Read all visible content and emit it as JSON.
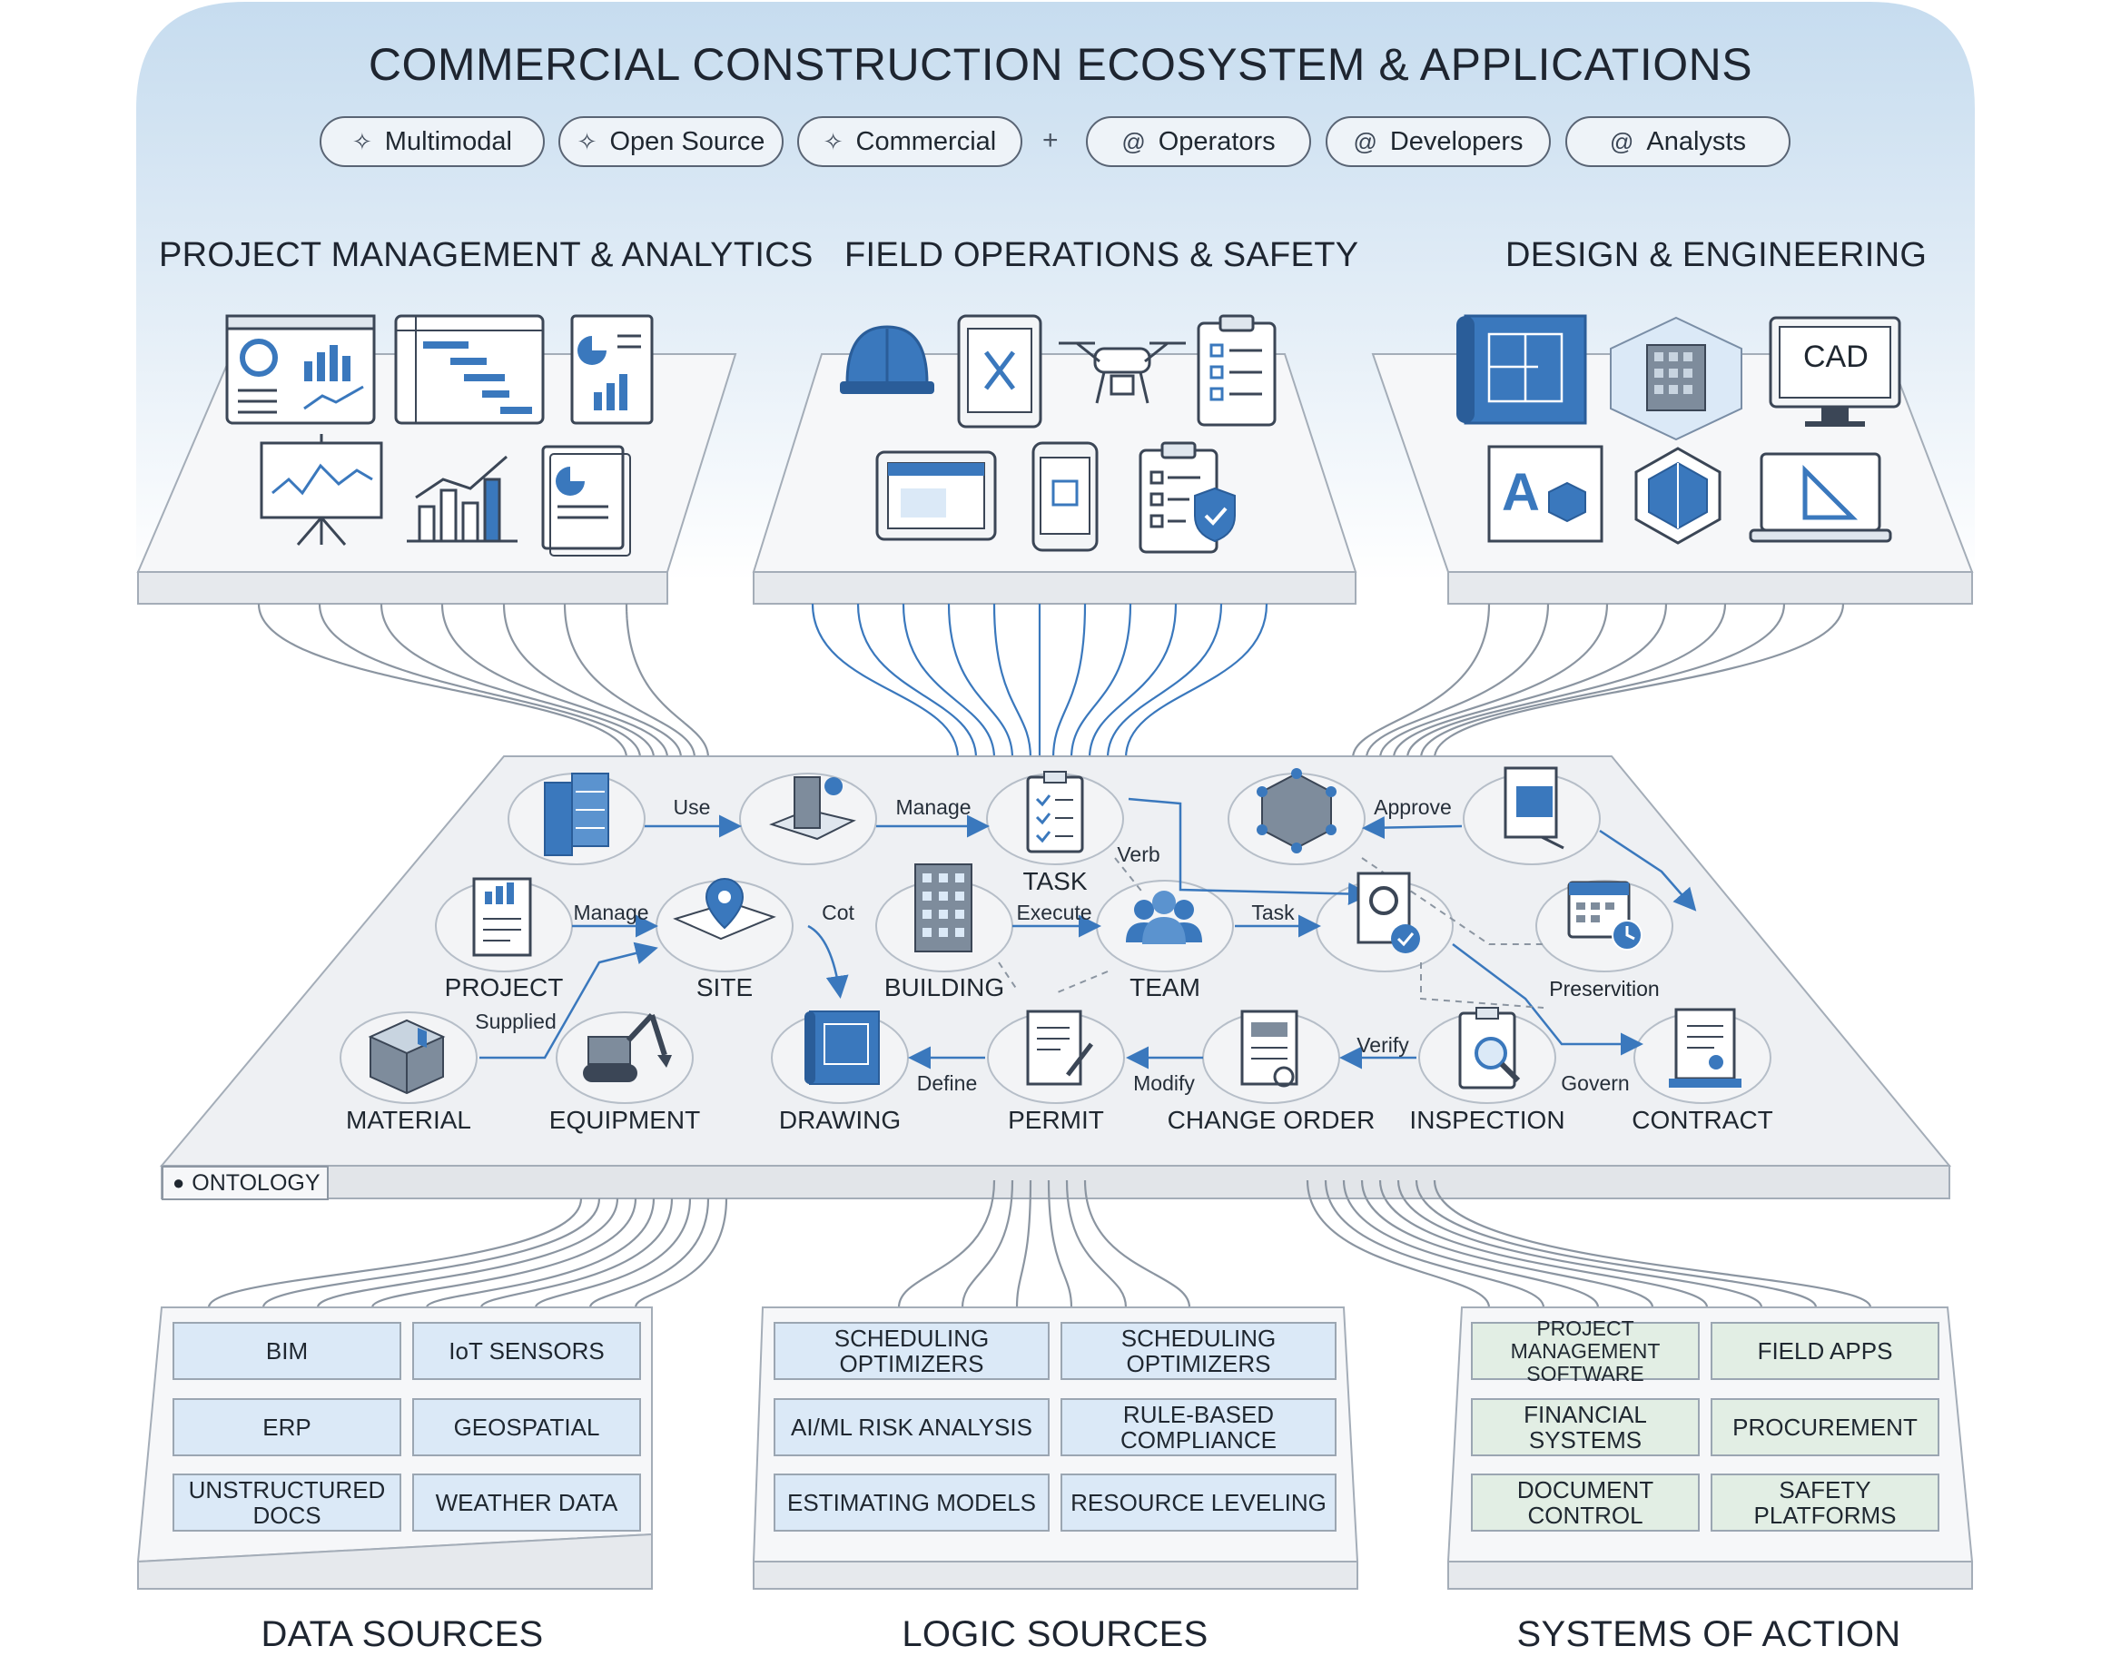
{
  "header": {
    "title": "COMMERCIAL CONSTRUCTION ECOSYSTEM & APPLICATIONS",
    "pills": [
      {
        "label": "Multimodal",
        "icon": "sparkle-icon"
      },
      {
        "label": "Open Source",
        "icon": "sparkle-icon"
      },
      {
        "label": "Commercial",
        "icon": "sparkle-icon"
      },
      {
        "label": "Operators",
        "icon": "at-icon"
      },
      {
        "label": "Developers",
        "icon": "at-icon"
      },
      {
        "label": "Analysts",
        "icon": "at-icon"
      }
    ],
    "plus": "+"
  },
  "applications": {
    "project_management": {
      "title": "PROJECT MANAGEMENT & ANALYTICS",
      "icons": [
        "dashboard-icon",
        "gantt-chart-icon",
        "report-icon",
        "presentation-icon",
        "growth-chart-icon",
        "document-chart-icon"
      ]
    },
    "field_operations": {
      "title": "FIELD OPERATIONS & SAFETY",
      "icons": [
        "hard-hat-icon",
        "tablet-icon",
        "drone-icon",
        "checklist-icon",
        "tablet-plan-icon",
        "phone-scan-icon",
        "safety-checklist-icon"
      ]
    },
    "design_engineering": {
      "title": "DESIGN & ENGINEERING",
      "icons": [
        "blueprint-icon",
        "3d-building-icon",
        "cad-monitor-icon",
        "design-tool-icon",
        "3d-model-icon",
        "drafting-laptop-icon"
      ],
      "cad_text": "CAD"
    }
  },
  "ontology": {
    "label": "ONTOLOGY",
    "nodes": {
      "project": "PROJECT",
      "site": "SITE",
      "building": "BUILDING",
      "task": "TASK",
      "team": "TEAM",
      "material": "MATERIAL",
      "equipment": "EQUIPMENT",
      "drawing": "DRAWING",
      "permit": "PERMIT",
      "change_order": "CHANGE ORDER",
      "inspection": "INSPECTION",
      "contract": "CONTRACT",
      "preservition": "Preservition"
    },
    "edges": {
      "use": "Use",
      "manage_top": "Manage",
      "verb": "Verb",
      "approve": "Approve",
      "manage_mid": "Manage",
      "cot": "Cot",
      "execute": "Execute",
      "task": "Task",
      "supplied": "Supplied",
      "define": "Define",
      "modify": "Modify",
      "verify": "Verify",
      "govern": "Govern"
    }
  },
  "data_sources": {
    "title": "DATA SOURCES",
    "cells": [
      "BIM",
      "IoT SENSORS",
      "ERP",
      "GEOSPATIAL",
      "UNSTRUCTURED DOCS",
      "WEATHER DATA"
    ]
  },
  "logic_sources": {
    "title": "LOGIC SOURCES",
    "cells": [
      "SCHEDULING OPTIMIZERS",
      "SCHEDULING OPTIMIZERS",
      "AI/ML RISK ANALYSIS",
      "RULE-BASED COMPLIANCE",
      "ESTIMATING MODELS",
      "RESOURCE LEVELING"
    ]
  },
  "systems_of_action": {
    "title": "SYSTEMS OF ACTION",
    "cells": [
      "PROJECT MANAGEMENT SOFTWARE",
      "FIELD APPS",
      "FINANCIAL SYSTEMS",
      "PROCUREMENT",
      "DOCUMENT CONTROL",
      "SAFETY PLATFORMS"
    ]
  },
  "colors": {
    "accent_blue": "#3a78bd",
    "header_gradient_top": "#c9def0",
    "panel_gray": "#f1f2f4",
    "blue_cell": "#dbe9f7",
    "green_cell": "#e2eee4"
  }
}
